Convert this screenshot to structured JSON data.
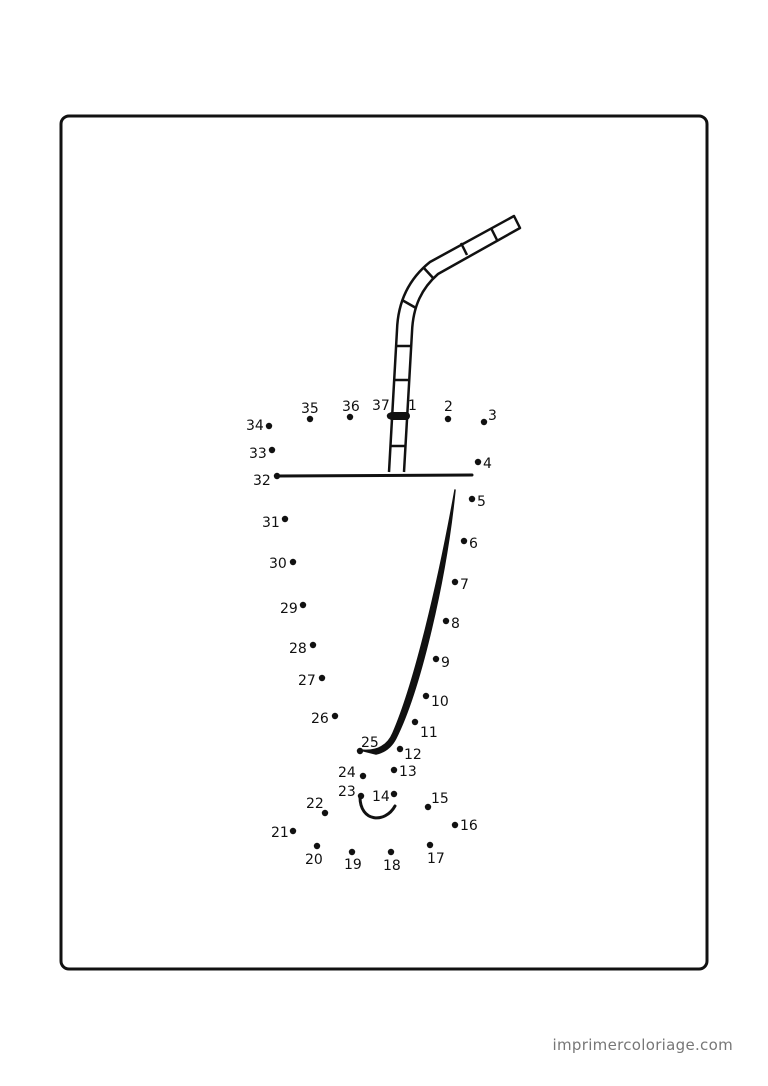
{
  "puzzle": {
    "dots": [
      {
        "n": "1"
      },
      {
        "n": "2"
      },
      {
        "n": "3"
      },
      {
        "n": "4"
      },
      {
        "n": "5"
      },
      {
        "n": "6"
      },
      {
        "n": "7"
      },
      {
        "n": "8"
      },
      {
        "n": "9"
      },
      {
        "n": "10"
      },
      {
        "n": "11"
      },
      {
        "n": "12"
      },
      {
        "n": "13"
      },
      {
        "n": "14"
      },
      {
        "n": "15"
      },
      {
        "n": "16"
      },
      {
        "n": "17"
      },
      {
        "n": "18"
      },
      {
        "n": "19"
      },
      {
        "n": "20"
      },
      {
        "n": "21"
      },
      {
        "n": "22"
      },
      {
        "n": "23"
      },
      {
        "n": "24"
      },
      {
        "n": "25"
      },
      {
        "n": "26"
      },
      {
        "n": "27"
      },
      {
        "n": "28"
      },
      {
        "n": "29"
      },
      {
        "n": "30"
      },
      {
        "n": "31"
      },
      {
        "n": "32"
      },
      {
        "n": "33"
      },
      {
        "n": "34"
      },
      {
        "n": "35"
      },
      {
        "n": "36"
      },
      {
        "n": "37"
      }
    ]
  },
  "footer": {
    "site": "imprimercoloriage.com"
  },
  "colors": {
    "ink": "#111111",
    "footer_text": "#777777",
    "background": "#ffffff"
  }
}
